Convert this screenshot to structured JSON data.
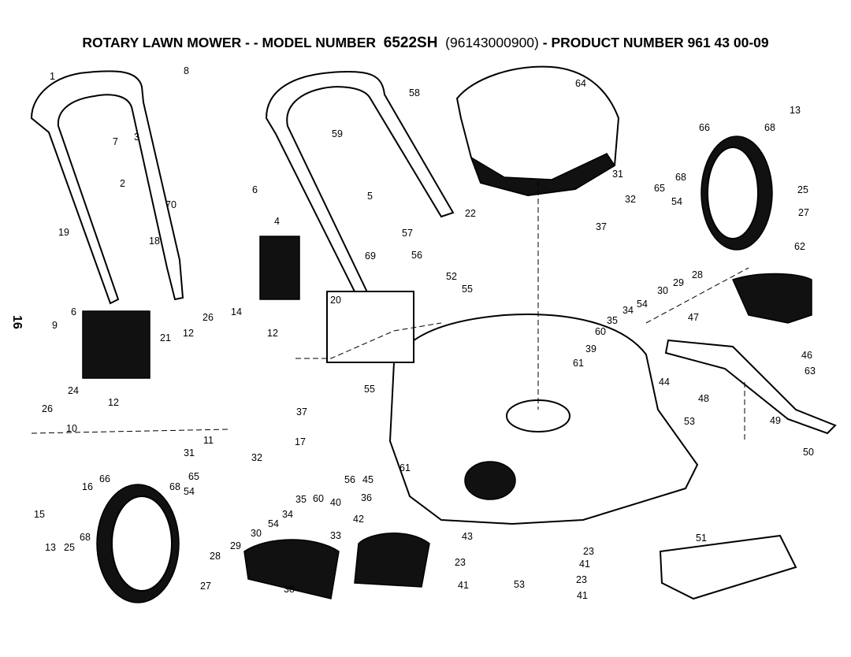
{
  "header": {
    "title_prefix": "ROTARY LAWN MOWER - - MODEL NUMBER",
    "model": "6522SH",
    "product_code": "(96143000900)",
    "product_number": "- PRODUCT NUMBER 961 43 00-09"
  },
  "page_number": "16",
  "callouts": [
    "1",
    "8",
    "58",
    "64",
    "13",
    "7",
    "3",
    "59",
    "66",
    "68",
    "2",
    "5",
    "6",
    "31",
    "68",
    "65",
    "25",
    "70",
    "22",
    "32",
    "54",
    "27",
    "4",
    "37",
    "19",
    "18",
    "57",
    "62",
    "69",
    "56",
    "52",
    "30",
    "29",
    "28",
    "6",
    "20",
    "55",
    "35",
    "54",
    "34",
    "26",
    "14",
    "60",
    "9",
    "12",
    "12",
    "21",
    "39",
    "47",
    "46",
    "61",
    "63",
    "24",
    "44",
    "26",
    "12",
    "55",
    "48",
    "49",
    "10",
    "37",
    "53",
    "11",
    "31",
    "32",
    "17",
    "61",
    "50",
    "65",
    "66",
    "68",
    "54",
    "35",
    "45",
    "60",
    "56",
    "40",
    "15",
    "16",
    "54",
    "34",
    "36",
    "42",
    "43",
    "23",
    "30",
    "13",
    "25",
    "68",
    "29",
    "28",
    "33",
    "23",
    "41",
    "41",
    "23",
    "53",
    "38",
    "41",
    "27",
    "51"
  ]
}
